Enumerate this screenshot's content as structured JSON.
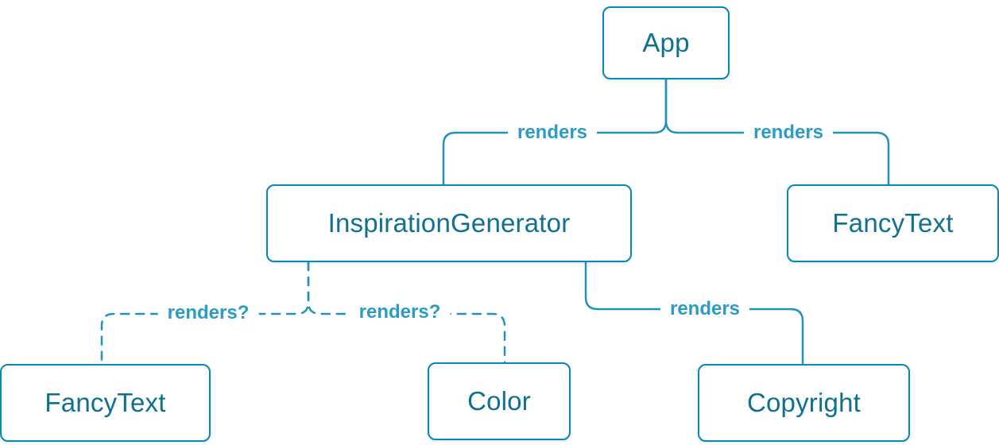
{
  "diagram": {
    "type": "component-render-tree",
    "nodes": [
      {
        "id": "app",
        "label": "App"
      },
      {
        "id": "inspiration-generator",
        "label": "InspirationGenerator"
      },
      {
        "id": "fancy-text-top",
        "label": "FancyText"
      },
      {
        "id": "fancy-text-bottom",
        "label": "FancyText"
      },
      {
        "id": "color",
        "label": "Color"
      },
      {
        "id": "copyright",
        "label": "Copyright"
      }
    ],
    "edges": [
      {
        "from": "App",
        "to": "InspirationGenerator",
        "label": "renders",
        "style": "solid"
      },
      {
        "from": "App",
        "to": "FancyText",
        "label": "renders",
        "style": "solid"
      },
      {
        "from": "InspirationGenerator",
        "to": "FancyText",
        "label": "renders?",
        "style": "dashed"
      },
      {
        "from": "InspirationGenerator",
        "to": "Color",
        "label": "renders?",
        "style": "dashed"
      },
      {
        "from": "InspirationGenerator",
        "to": "Copyright",
        "label": "renders",
        "style": "solid"
      }
    ],
    "colors": {
      "node_border": "#0a87b4",
      "node_text": "#10708f",
      "edge_line": "#2292bd",
      "edge_label_text": "#2b9cc4",
      "background": "#ffffff"
    }
  }
}
